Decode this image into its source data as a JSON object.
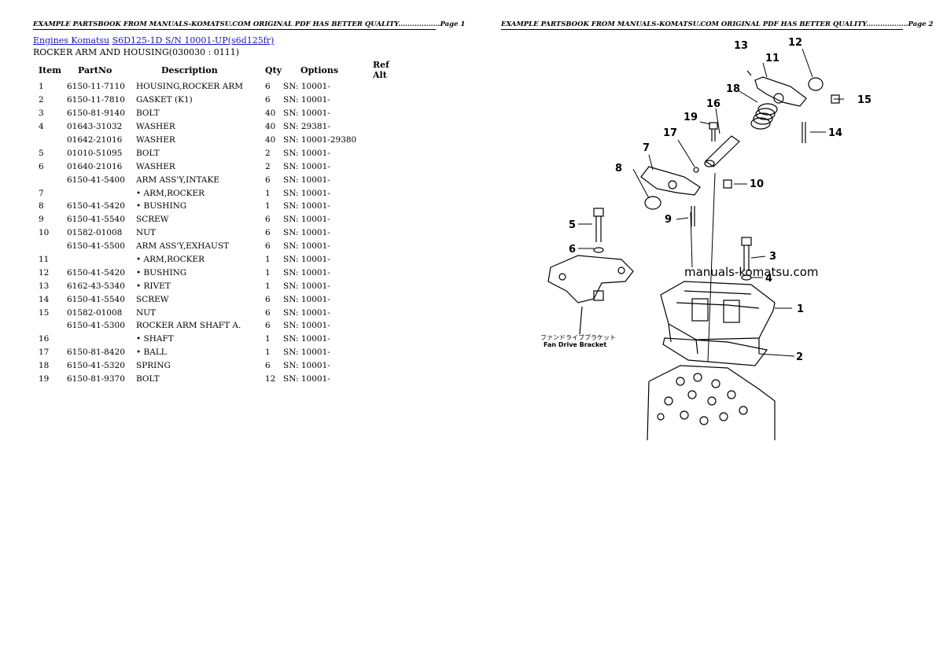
{
  "page1": {
    "header": "EXAMPLE PARTSBOOK FROM MANUALS-KOMATSU.COM ORIGINAL PDF HAS BETTER QUALITY..................Page 1",
    "breadcrumb": {
      "link1": "Engines Komatsu",
      "link2": "S6D125-1D S/N 10001-UP(s6d125fr)"
    },
    "section_title": "ROCKER ARM AND HOUSING(030030 : 0111)",
    "columns": {
      "item": "Item",
      "partno": "PartNo",
      "description": "Description",
      "qty": "Qty",
      "options": "Options",
      "ref_alt": "Ref Alt"
    },
    "rows": [
      {
        "item": "1",
        "partno": "6150-11-7110",
        "desc": "HOUSING,ROCKER ARM",
        "qty": "6",
        "opt": "SN: 10001-"
      },
      {
        "item": "2",
        "partno": "6150-11-7810",
        "desc": "GASKET (K1)",
        "qty": "6",
        "opt": "SN: 10001-"
      },
      {
        "item": "3",
        "partno": "6150-81-9140",
        "desc": "BOLT",
        "qty": "40",
        "opt": "SN: 10001-"
      },
      {
        "item": "4",
        "partno": "01643-31032",
        "desc": "WASHER",
        "qty": "40",
        "opt": "SN: 29381-"
      },
      {
        "item": "",
        "partno": "01642-21016",
        "desc": "WASHER",
        "qty": "40",
        "opt": "SN: 10001-29380"
      },
      {
        "item": "5",
        "partno": "01010-51095",
        "desc": "BOLT",
        "qty": "2",
        "opt": "SN: 10001-"
      },
      {
        "item": "6",
        "partno": "01640-21016",
        "desc": "WASHER",
        "qty": "2",
        "opt": "SN: 10001-"
      },
      {
        "item": "",
        "partno": "6150-41-5400",
        "desc": "ARM ASS'Y,INTAKE",
        "qty": "6",
        "opt": "SN: 10001-"
      },
      {
        "item": "7",
        "partno": "",
        "desc": "• ARM,ROCKER",
        "qty": "1",
        "opt": "SN: 10001-"
      },
      {
        "item": "8",
        "partno": "6150-41-5420",
        "desc": "• BUSHING",
        "qty": "1",
        "opt": "SN: 10001-"
      },
      {
        "item": "9",
        "partno": "6150-41-5540",
        "desc": "SCREW",
        "qty": "6",
        "opt": "SN: 10001-"
      },
      {
        "item": "10",
        "partno": "01582-01008",
        "desc": "NUT",
        "qty": "6",
        "opt": "SN: 10001-"
      },
      {
        "item": "",
        "partno": "6150-41-5500",
        "desc": "ARM ASS'Y,EXHAUST",
        "qty": "6",
        "opt": "SN: 10001-"
      },
      {
        "item": "11",
        "partno": "",
        "desc": "• ARM,ROCKER",
        "qty": "1",
        "opt": "SN: 10001-"
      },
      {
        "item": "12",
        "partno": "6150-41-5420",
        "desc": "• BUSHING",
        "qty": "1",
        "opt": "SN: 10001-"
      },
      {
        "item": "13",
        "partno": "6162-43-5340",
        "desc": "• RIVET",
        "qty": "1",
        "opt": "SN: 10001-"
      },
      {
        "item": "14",
        "partno": "6150-41-5540",
        "desc": "SCREW",
        "qty": "6",
        "opt": "SN: 10001-"
      },
      {
        "item": "15",
        "partno": "01582-01008",
        "desc": "NUT",
        "qty": "6",
        "opt": "SN: 10001-"
      },
      {
        "item": "",
        "partno": "6150-41-5300",
        "desc": "ROCKER ARM SHAFT A.",
        "qty": "6",
        "opt": "SN: 10001-"
      },
      {
        "item": "16",
        "partno": "",
        "desc": "• SHAFT",
        "qty": "1",
        "opt": "SN: 10001-"
      },
      {
        "item": "17",
        "partno": "6150-81-8420",
        "desc": "• BALL",
        "qty": "1",
        "opt": "SN: 10001-"
      },
      {
        "item": "18",
        "partno": "6150-41-5320",
        "desc": "SPRING",
        "qty": "6",
        "opt": "SN: 10001-"
      },
      {
        "item": "19",
        "partno": "6150-81-9370",
        "desc": "BOLT",
        "qty": "12",
        "opt": "SN: 10001-"
      }
    ]
  },
  "page2": {
    "header": "EXAMPLE PARTSBOOK FROM MANUALS-KOMATSU.COM ORIGINAL PDF HAS BETTER QUALITY..................Page 2",
    "watermark": "manuals-komatsu.com",
    "bracket_label_jp": "ファンドライブブラケット",
    "bracket_label_en": "Fan Drive Bracket",
    "callouts": [
      "1",
      "2",
      "3",
      "4",
      "5",
      "6",
      "7",
      "8",
      "9",
      "10",
      "11",
      "12",
      "13",
      "14",
      "15",
      "16",
      "17",
      "18",
      "19"
    ]
  }
}
